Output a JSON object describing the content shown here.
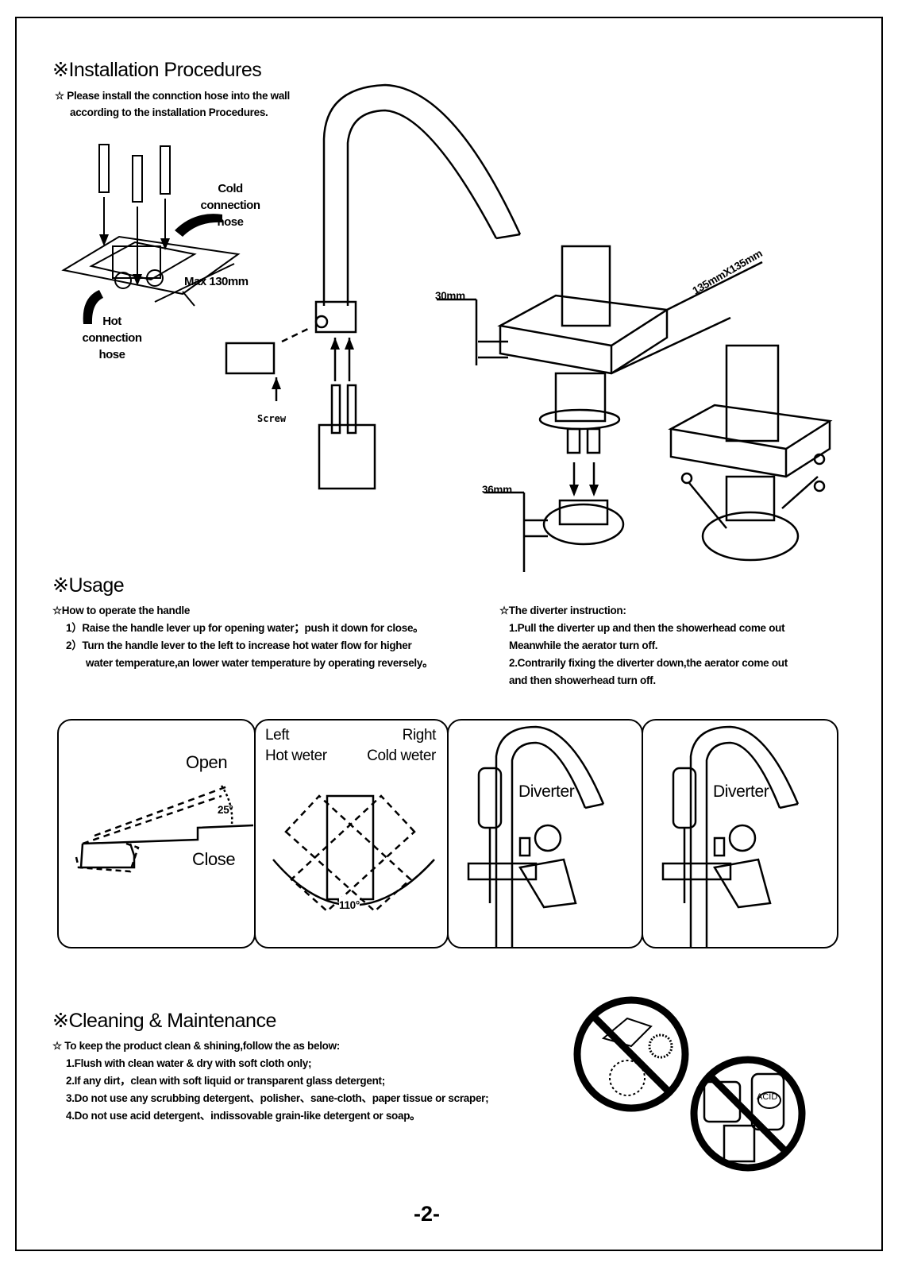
{
  "installation": {
    "title": "※Installation Procedures",
    "note_lines": [
      "☆ Please install the connction hose into the wall",
      "according to the installation Procedures."
    ],
    "cold_hose": [
      "Cold",
      "connection",
      "hose"
    ],
    "hot_hose": [
      "Hot",
      "connection",
      "hose"
    ],
    "max_label": "Max 130mm",
    "screw_label": "Screw",
    "dim_30": "30mm",
    "dim_36": "36mm",
    "dim_base": "135mmX135mm"
  },
  "usage": {
    "title": "※Usage",
    "handle_heading": "☆How to operate the handle",
    "handle_steps": [
      "1）Raise the handle lever up for opening water；push it down for close。",
      "2）Turn the handle lever to the left to increase hot water flow for higher",
      "water temperature,an lower water temperature by operating reversely。"
    ],
    "diverter_heading": "☆The diverter instruction:",
    "diverter_steps": [
      "1.Pull the diverter up and then the showerhead come out",
      "Meanwhile the aerator turn off.",
      "2.Contrarily fixing the diverter down,the aerator come out",
      "and then showerhead turn off."
    ],
    "panel1": {
      "open": "Open",
      "close": "Close",
      "angle": "25°"
    },
    "panel2": {
      "left": "Left",
      "hot": "Hot weter",
      "right": "Right",
      "cold": "Cold weter",
      "angle": "110°"
    },
    "panel3": {
      "diverter": "Diverter"
    },
    "panel4": {
      "diverter": "Diverter"
    }
  },
  "cleaning": {
    "title": "※Cleaning & Maintenance",
    "intro": "☆ To keep the product clean & shining,follow the as below:",
    "steps": [
      "1.Flush with clean water & dry with soft cloth only;",
      "2.If any dirt，clean with soft liquid or transparent glass detergent;",
      "3.Do not use any scrubbing detergent、polisher、sane-cloth、paper tissue or scraper;",
      "4.Do not use acid detergent、indissovable grain-like detergent or soap。"
    ],
    "acid_label": "ACID"
  },
  "page_number": "-2-"
}
